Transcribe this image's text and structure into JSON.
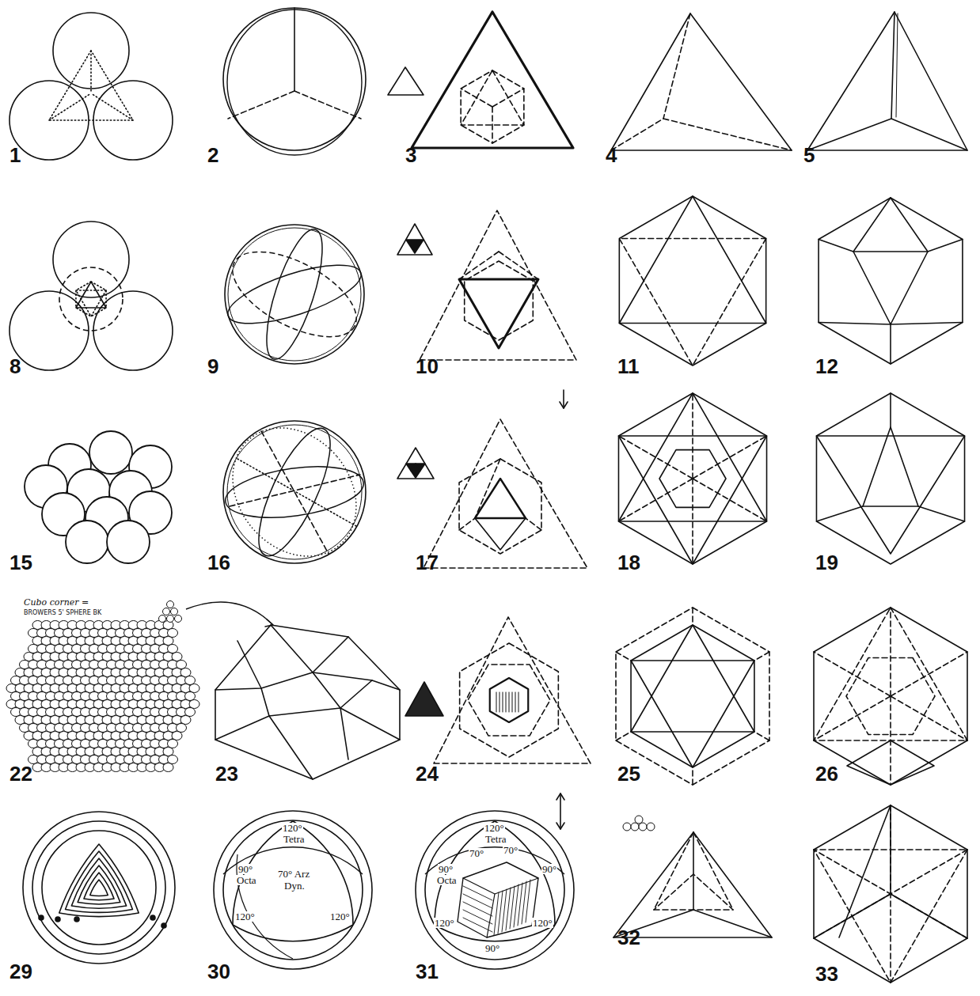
{
  "diagram": {
    "labels": [
      "1",
      "2",
      "3",
      "4",
      "5",
      "8",
      "9",
      "10",
      "11",
      "12",
      "15",
      "16",
      "17",
      "18",
      "19",
      "Cubo corner =",
      "BROWERS 5' SPHERE BK",
      "22",
      "23",
      "24",
      "25",
      "26",
      "29",
      "30",
      "31",
      "32",
      "33",
      "120°",
      "Tetra",
      "90°",
      "Octa",
      "70° Arz",
      "Dyn.",
      "120°",
      "120°",
      "120°",
      "Tetra",
      "90°",
      "Octa",
      "90°",
      "70°",
      "70°",
      "120°",
      "120°",
      "90°"
    ]
  }
}
